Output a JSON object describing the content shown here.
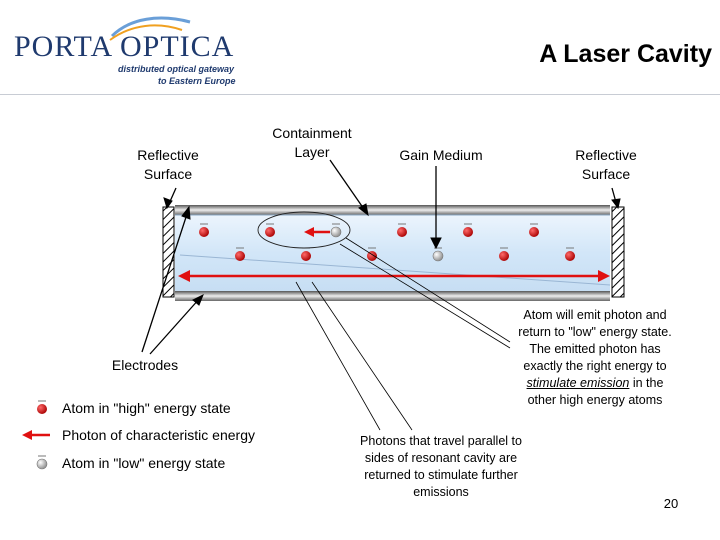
{
  "header": {
    "logo_text": "PORTA OPTICA",
    "logo_tagline_1": "distributed optical gateway",
    "logo_tagline_2": "to Eastern Europe",
    "title": "A Laser Cavity"
  },
  "labels": {
    "reflective_left_1": "Reflective",
    "reflective_left_2": "Surface",
    "containment_1": "Containment",
    "containment_2": "Layer",
    "gain_medium": "Gain Medium",
    "reflective_right_1": "Reflective",
    "reflective_right_2": "Surface",
    "electrodes": "Electrodes"
  },
  "notes": {
    "emit_1": "Atom will emit photon and",
    "emit_2": "return to \"low\" energy state.",
    "emit_3": "The emitted photon has",
    "emit_4": "exactly the right energy to",
    "emit_5_link": "stimulate emission",
    "emit_5_rest": " in the",
    "emit_6": "other high energy atoms",
    "parallel_1": "Photons that travel parallel to",
    "parallel_2": "sides of resonant cavity are",
    "parallel_3": "returned to stimulate further",
    "parallel_4": "emissions"
  },
  "legend": {
    "high": "Atom in \"high\" energy state",
    "photon": "Photon of characteristic energy",
    "low": "Atom in \"low\" energy state"
  },
  "page_number": "20",
  "colors": {
    "high_atom": "#cc1111",
    "photon": "#e01010",
    "low_atom": "#a8a8a8",
    "cavity": "#d6e8f8",
    "logo": "#1f3a6e"
  }
}
